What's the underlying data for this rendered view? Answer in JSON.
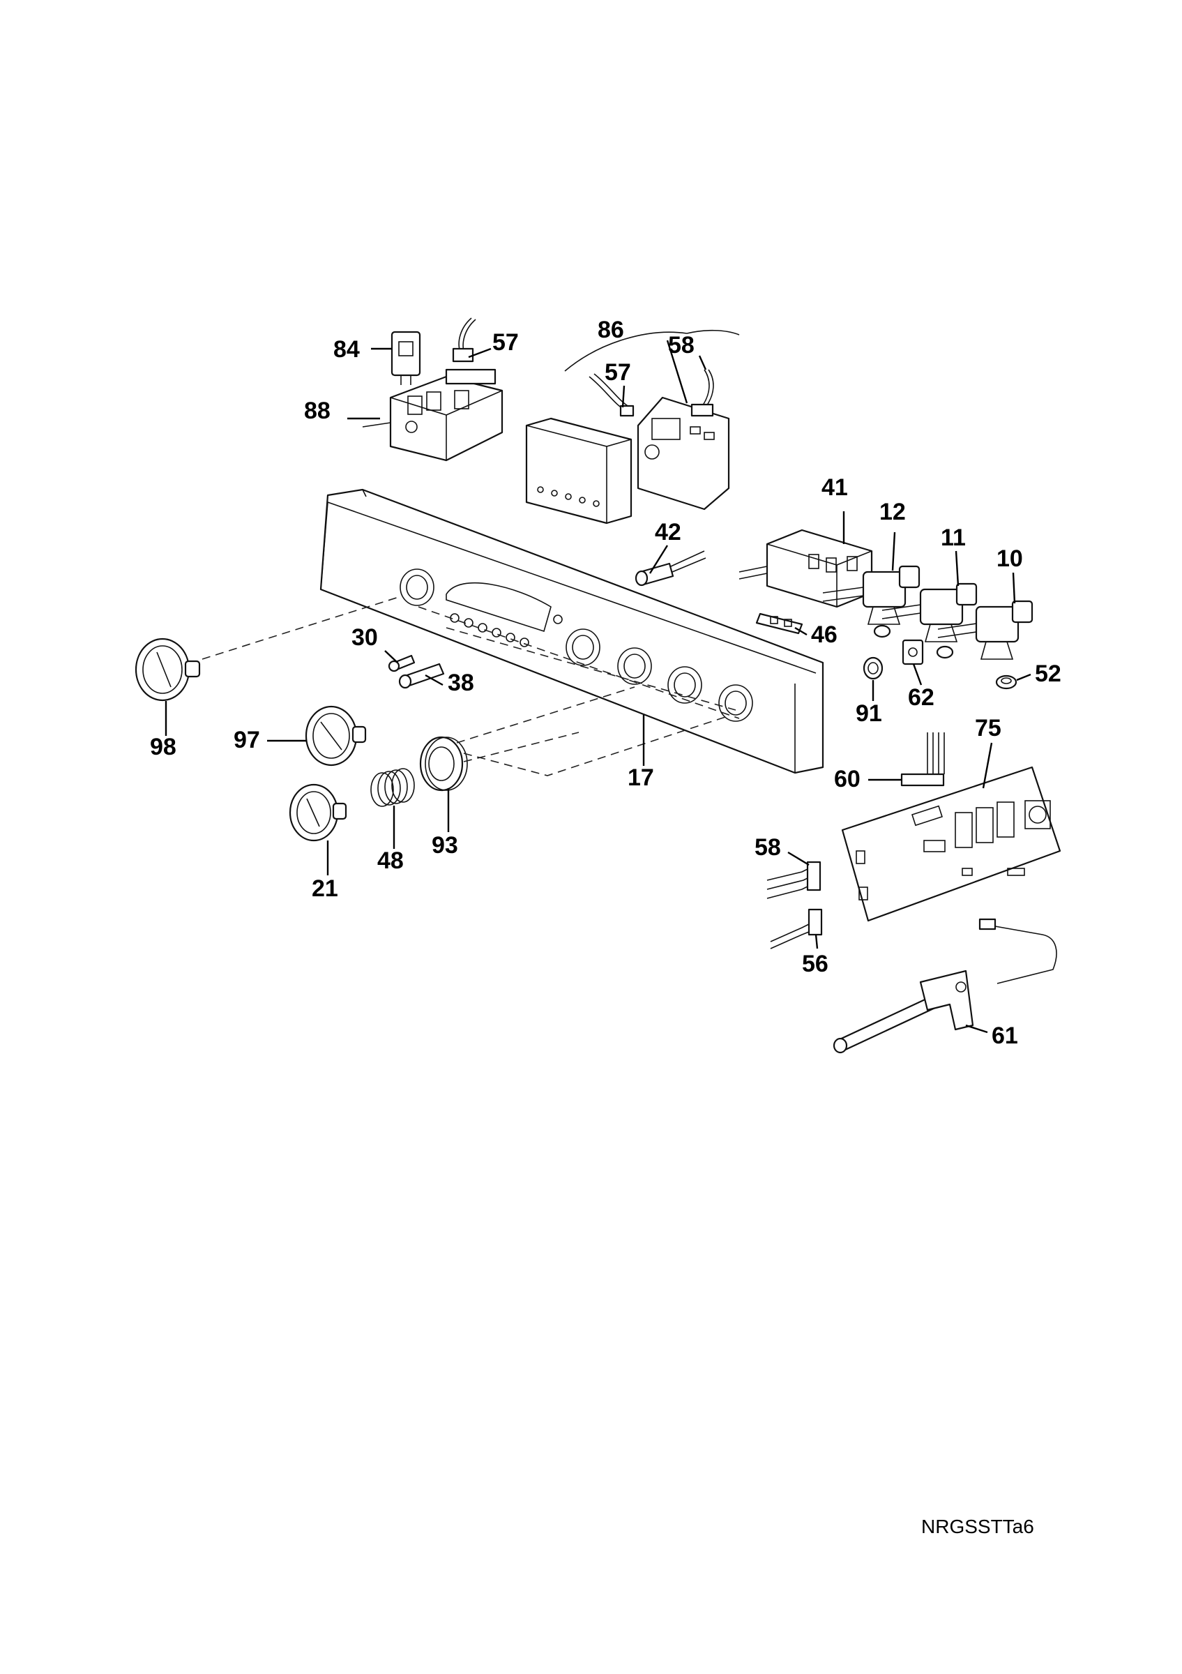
{
  "diagram": {
    "code": "NRGSSTTa6",
    "callouts": [
      "84",
      "57",
      "86",
      "58",
      "57",
      "88",
      "41",
      "12",
      "11",
      "10",
      "42",
      "46",
      "30",
      "38",
      "98",
      "97",
      "91",
      "62",
      "52",
      "75",
      "60",
      "17",
      "93",
      "48",
      "21",
      "58",
      "56",
      "61"
    ]
  }
}
